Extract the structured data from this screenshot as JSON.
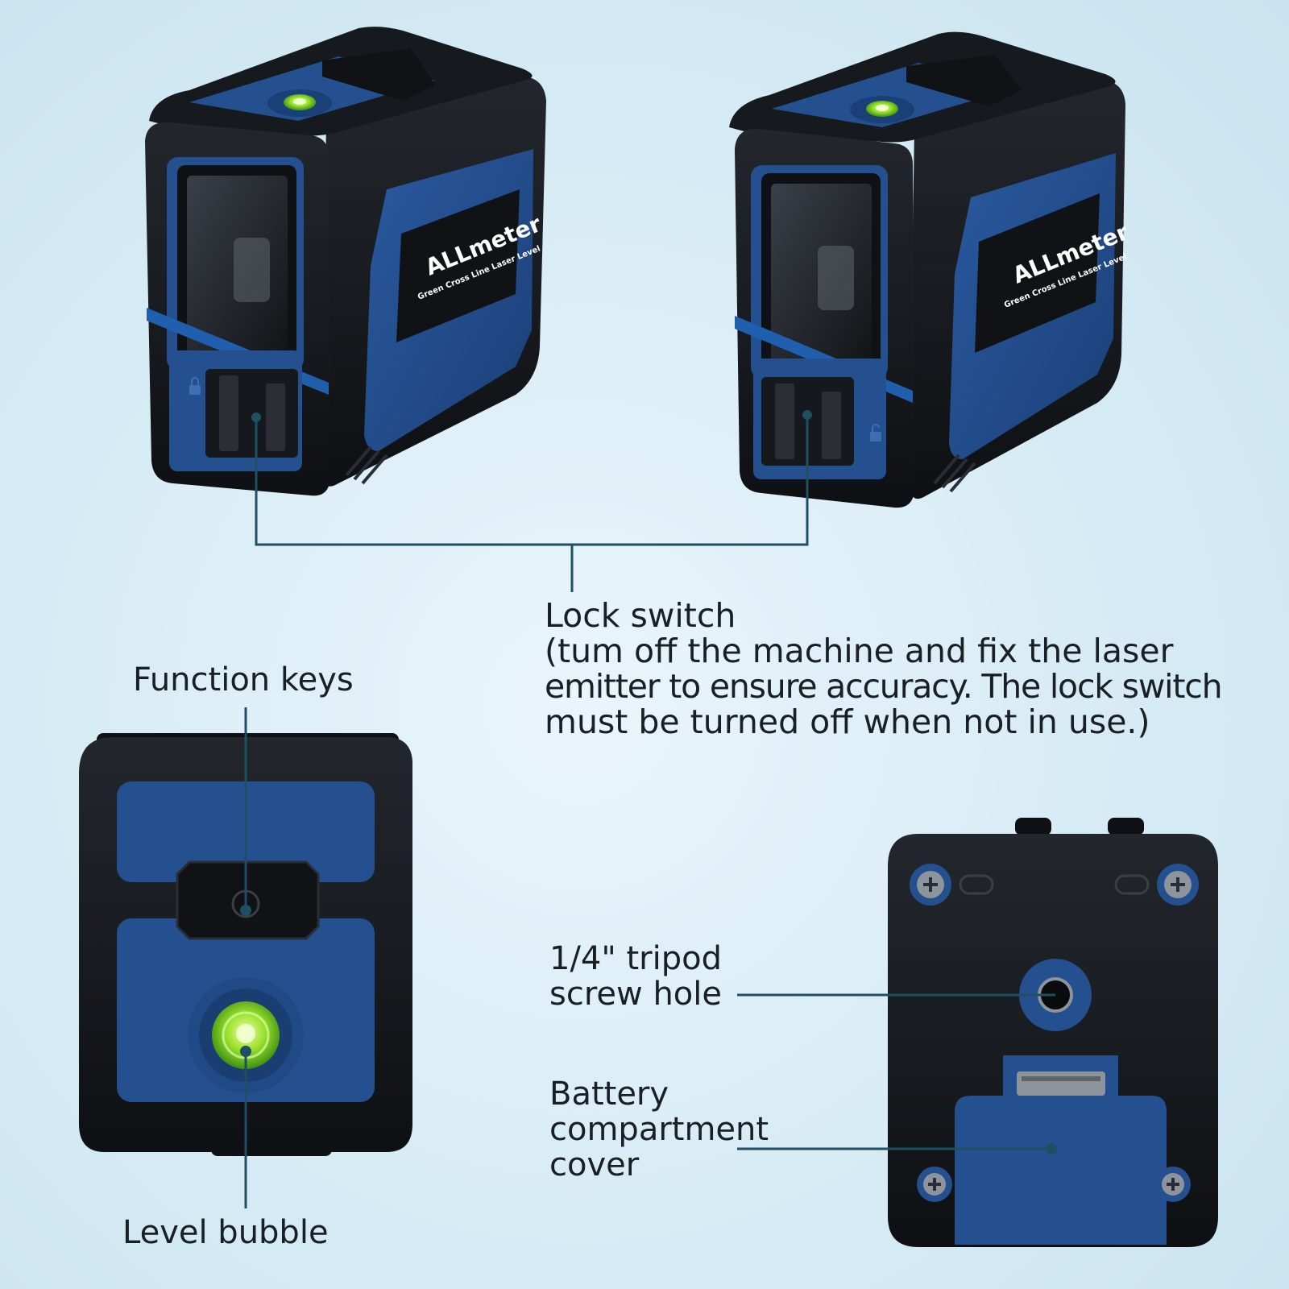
{
  "brand": {
    "name": "ALLmeter",
    "tagline": "Green Cross Line Laser Level"
  },
  "callouts": {
    "lock_switch": {
      "title": "Lock switch",
      "desc_lines": [
        "(tum off the machine and fix the laser",
        "emitter to ensure accuracy. The lock switch",
        "must be turned off when not in use.)"
      ]
    },
    "function_keys": "Function keys",
    "level_bubble": "Level bubble",
    "tripod_hole": [
      "1/4\" tripod",
      "screw hole"
    ],
    "battery_cover": [
      "Battery",
      "compartment",
      "cover"
    ]
  },
  "colors": {
    "body_black": "#15181c",
    "body_blue": "#24508f",
    "accent_blue": "#1f5fae",
    "bubble_green": "#8ee12a",
    "leader_line": "#1e4f63"
  },
  "icons": [
    "power-icon",
    "lock-icon",
    "screw-icon"
  ]
}
